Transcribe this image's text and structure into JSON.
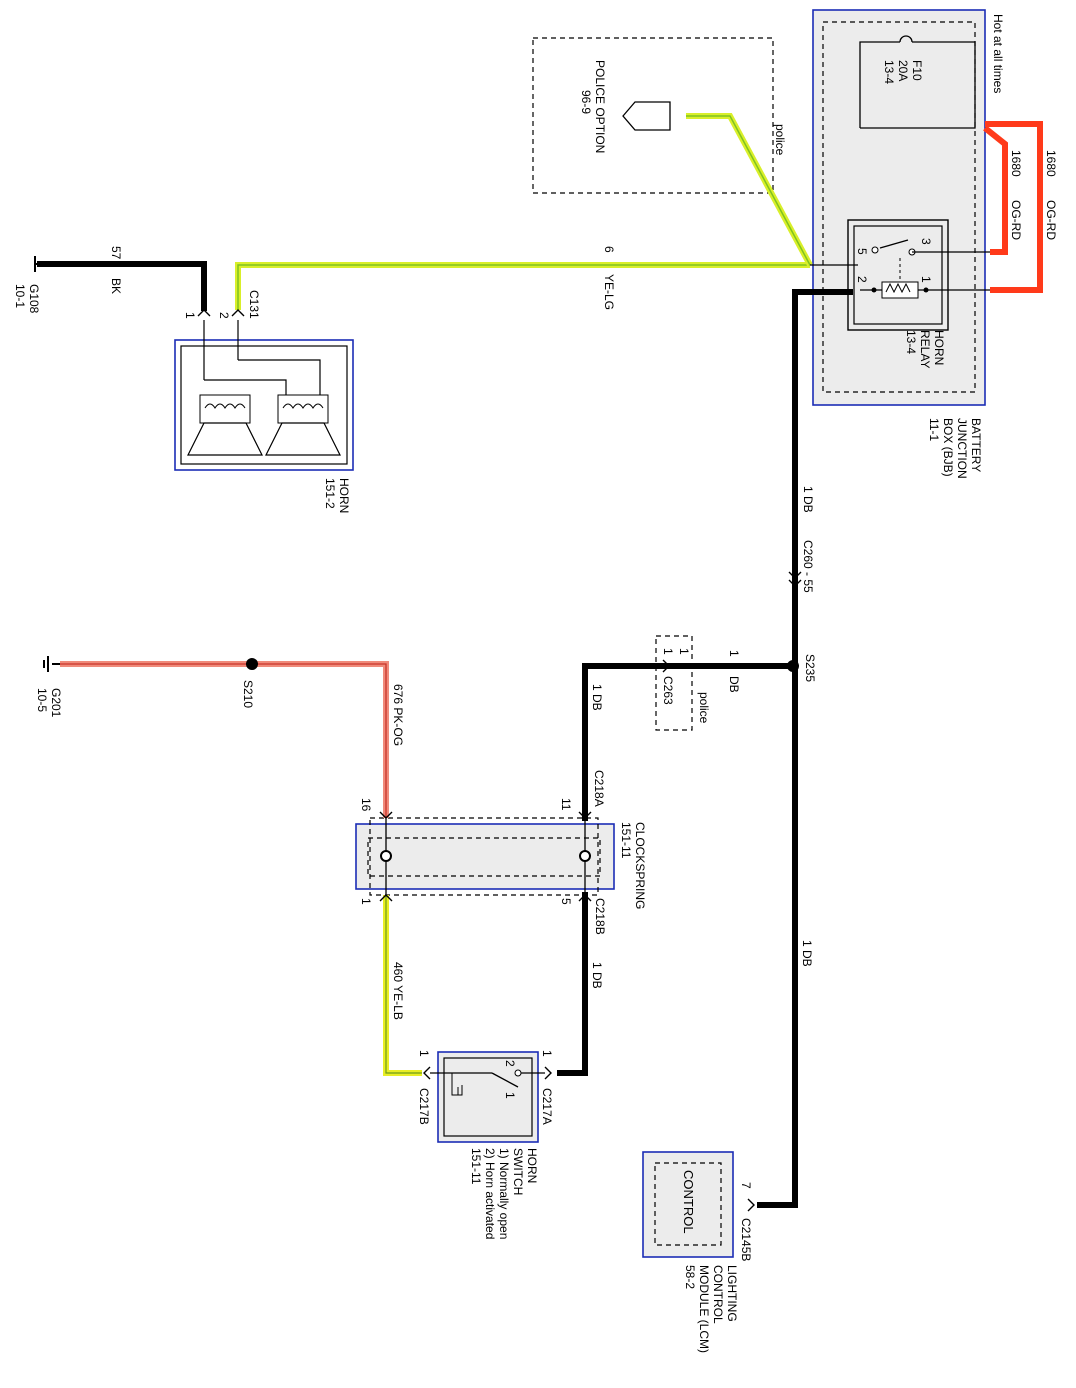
{
  "colors": {
    "black": "#000000",
    "og_rd": "#ff3a1a",
    "pk_og": "#f08a7a",
    "ye": "#e8ee25",
    "ye_lg": "#d9ef2a",
    "component_border": "#1c2db5",
    "component_fill": "#ececec"
  },
  "labels": {
    "g108": "G108",
    "g108_ref": "10-1",
    "wire57_num": "57",
    "wire57_color": "BK",
    "wire6_num": "6",
    "wire6_color": "YE-LG",
    "c131": "C131",
    "c131_pin1": "1",
    "c131_pin2": "2",
    "horn": "HORN",
    "horn_ref": "151-2",
    "police_option": "POLICE OPTION",
    "police_option_ref": "96-9",
    "police_top": "police",
    "hot": "Hot at all times",
    "f10": "F10",
    "f10_amp": "20A",
    "f10_ref": "13-4",
    "wire1680_num_a": "1680",
    "wire1680_color_a": "OG-RD",
    "wire1680_num_b": "1680",
    "wire1680_color_b": "OG-RD",
    "relay_pin3": "3",
    "relay_pin5": "5",
    "relay_pin2": "2",
    "relay_pin1": "1",
    "horn_relay_1": "HORN",
    "horn_relay_2": "RELAY",
    "horn_relay_3": "13-4",
    "bjb_1": "BATTERY",
    "bjb_2": "JUNCTION",
    "bjb_3": "BOX (BJB)",
    "bjb_4": "11-1",
    "db_wire_1": "1  DB",
    "c260": "C260 - 55",
    "s235": "S235",
    "db_h_num": "1",
    "db_h_color": "DB",
    "c263": "C263",
    "c263_pin_l": "1",
    "c263_pin_r": "1",
    "police_mid": "police",
    "g201": "G201",
    "g201_ref": "10-5",
    "s210": "S210",
    "wire676": "676  PK-OG",
    "db_wire_2": "1  DB",
    "c218a": "C218A",
    "pin16": "16",
    "pin11": "11",
    "clockspring": "CLOCKSPRING",
    "clockspring_ref": "151-11",
    "pin1_cs": "1",
    "pin5_cs": "5",
    "c218b": "C218B",
    "wire460": "460  YE-LB",
    "db_wire_3": "1  DB",
    "db_wire_4": "1  DB",
    "c217b_pin": "1",
    "c217b": "C217B",
    "c217a_pin": "1",
    "c217a": "C217A",
    "sw_pin2": "2",
    "sw_pin1": "1",
    "horn_switch_1": "HORN",
    "horn_switch_2": "SWITCH",
    "horn_switch_3": "1) Normally open",
    "horn_switch_4": "2) Horn activated",
    "horn_switch_5": "151-11",
    "control": "CONTROL",
    "c2145b_pin": "7",
    "c2145b": "C2145B",
    "lcm_1": "LIGHTING",
    "lcm_2": "CONTROL",
    "lcm_3": "MODULE (LCM)",
    "lcm_4": "58-2"
  }
}
